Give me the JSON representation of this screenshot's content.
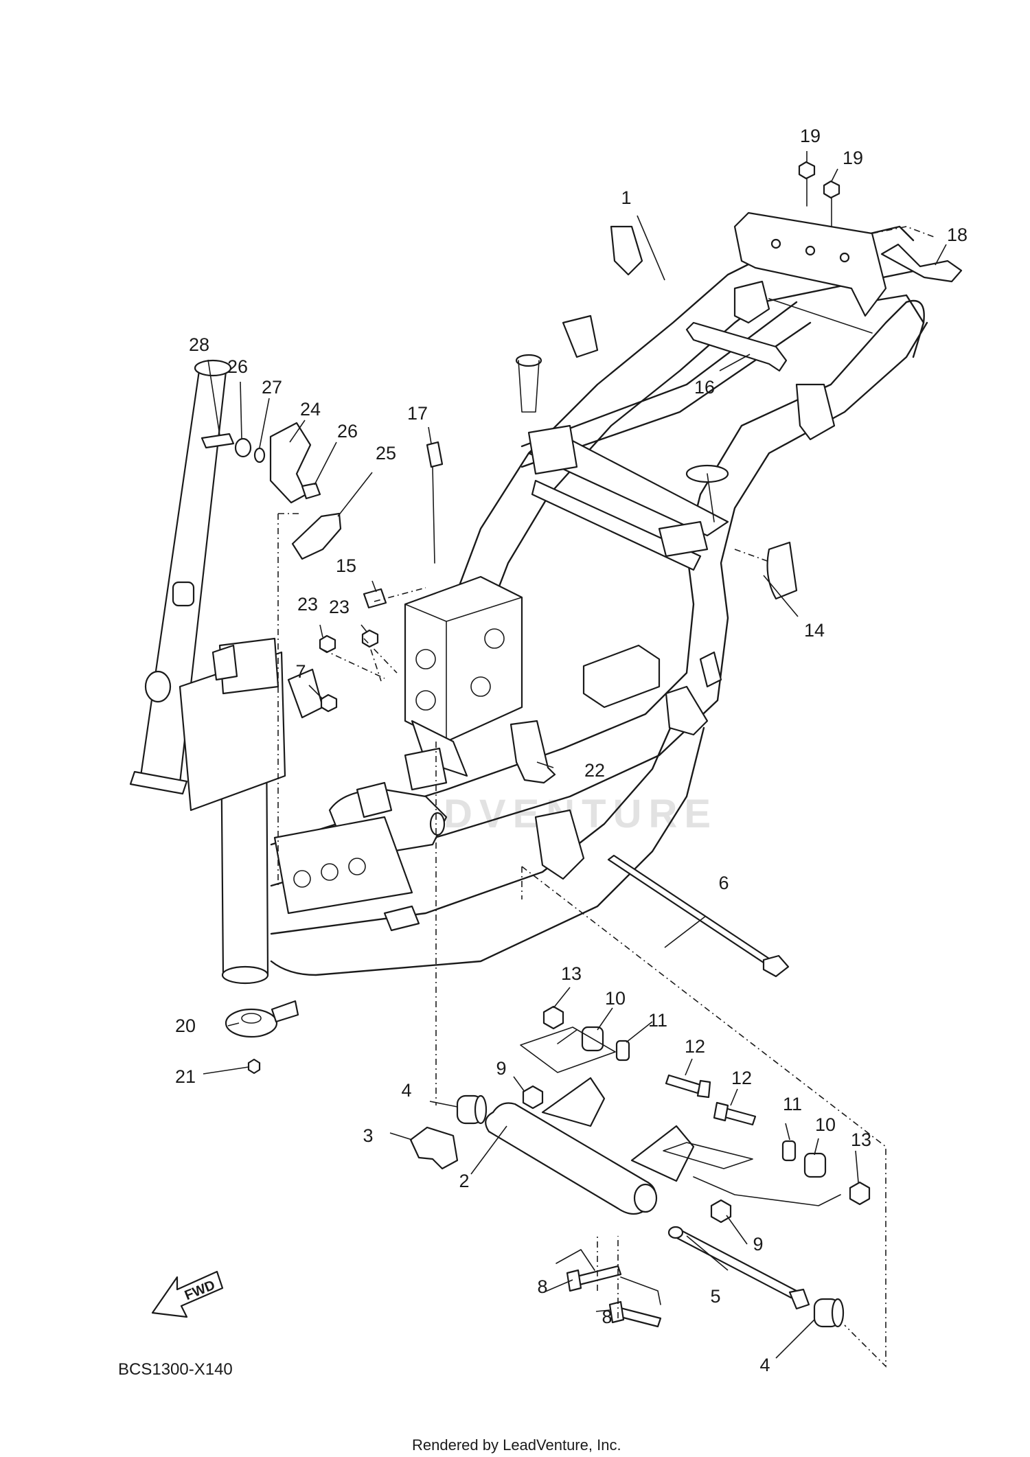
{
  "diagram_code": "BCS1300-X140",
  "credit": "Rendered by LeadVenture, Inc.",
  "watermark": "LEADVENTURE",
  "fwd_label": "FWD",
  "callouts": [
    {
      "id": "c1",
      "label": "1"
    },
    {
      "id": "c2",
      "label": "2"
    },
    {
      "id": "c3",
      "label": "3"
    },
    {
      "id": "c4a",
      "label": "4"
    },
    {
      "id": "c4b",
      "label": "4"
    },
    {
      "id": "c5",
      "label": "5"
    },
    {
      "id": "c6",
      "label": "6"
    },
    {
      "id": "c7",
      "label": "7"
    },
    {
      "id": "c8a",
      "label": "8"
    },
    {
      "id": "c8b",
      "label": "8"
    },
    {
      "id": "c9a",
      "label": "9"
    },
    {
      "id": "c9b",
      "label": "9"
    },
    {
      "id": "c10a",
      "label": "10"
    },
    {
      "id": "c10b",
      "label": "10"
    },
    {
      "id": "c11a",
      "label": "11"
    },
    {
      "id": "c11b",
      "label": "11"
    },
    {
      "id": "c12a",
      "label": "12"
    },
    {
      "id": "c12b",
      "label": "12"
    },
    {
      "id": "c13a",
      "label": "13"
    },
    {
      "id": "c13b",
      "label": "13"
    },
    {
      "id": "c14",
      "label": "14"
    },
    {
      "id": "c15",
      "label": "15"
    },
    {
      "id": "c16",
      "label": "16"
    },
    {
      "id": "c17",
      "label": "17"
    },
    {
      "id": "c18",
      "label": "18"
    },
    {
      "id": "c19a",
      "label": "19"
    },
    {
      "id": "c19b",
      "label": "19"
    },
    {
      "id": "c20",
      "label": "20"
    },
    {
      "id": "c21",
      "label": "21"
    },
    {
      "id": "c22",
      "label": "22"
    },
    {
      "id": "c23a",
      "label": "23"
    },
    {
      "id": "c23b",
      "label": "23"
    },
    {
      "id": "c24",
      "label": "24"
    },
    {
      "id": "c25",
      "label": "25"
    },
    {
      "id": "c26a",
      "label": "26"
    },
    {
      "id": "c26b",
      "label": "26"
    },
    {
      "id": "c27",
      "label": "27"
    },
    {
      "id": "c28",
      "label": "28"
    }
  ]
}
